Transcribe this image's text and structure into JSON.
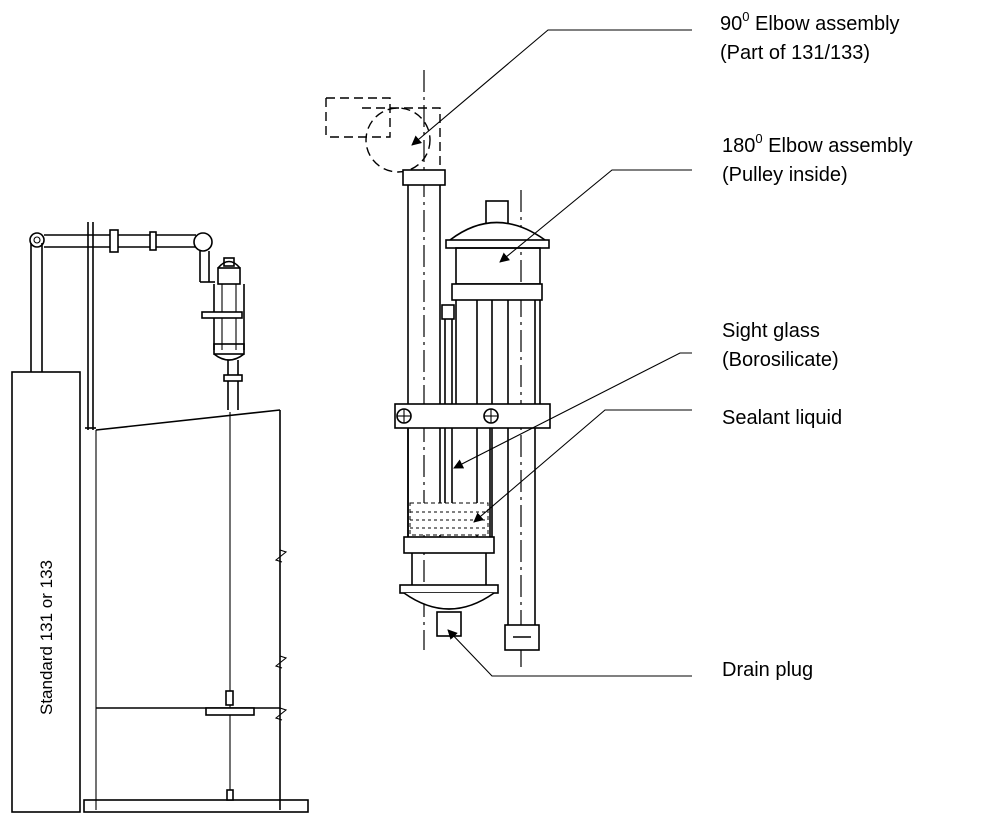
{
  "labels": {
    "elbow_90_base": "90",
    "elbow_90_sup": "0",
    "elbow_90_rest": " Elbow assembly",
    "elbow_90_sub": "(Part of 131/133)",
    "elbow_180_base": "180",
    "elbow_180_sup": "0",
    "elbow_180_rest": " Elbow assembly",
    "elbow_180_sub": "(Pulley inside)",
    "sight_glass": "Sight glass",
    "sight_glass_sub": "(Borosilicate)",
    "sealant": "Sealant liquid",
    "drain": "Drain plug",
    "standard": "Standard  131  or 133"
  }
}
